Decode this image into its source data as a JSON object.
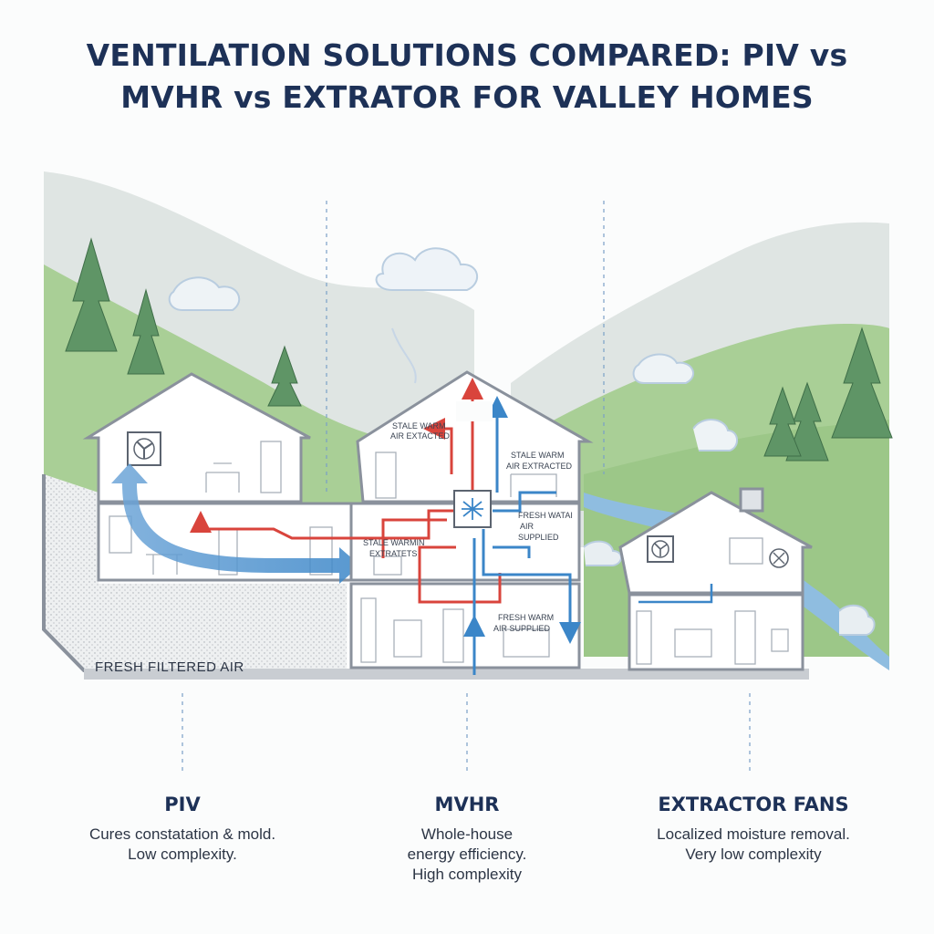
{
  "title": {
    "line1": "VENTILATION SOLUTIONS COMPARED: PIV vs",
    "line2": "MVHR vs EXTRATOR FOR VALLEY HOMES"
  },
  "diagram": {
    "fresh_filtered_air": "FRESH FILTERED AIR",
    "labels": {
      "stale_warm_extracted_attic_l1": "STALE WARM",
      "stale_warm_extracted_attic_l2": "AIR EXTACTED",
      "stale_warm_extracted_right_l1": "STALE WARM",
      "stale_warm_extracted_right_l2": "AIR EXTRACTED",
      "stale_warmin_l1": "STALE WARMIN",
      "stale_warmin_l2": "EXTRATETS",
      "fresh_warm_l1": "FRESH WATAI",
      "fresh_warm_l2": "AIR",
      "fresh_warm_l3": "SUPPLIED",
      "fresh_warm_supplied_l1": "FRESH WARM",
      "fresh_warm_supplied_l2": "AIR SUPPLIED"
    },
    "colors": {
      "warm_air": "#d9443c",
      "fresh_air": "#3b86c8",
      "outline": "#8a919c",
      "hill": "#8fbf7a"
    }
  },
  "columns": [
    {
      "heading": "PIV",
      "line1": "Cures constatation & mold.",
      "line2": "Low complexity.",
      "line3": ""
    },
    {
      "heading": "MVHR",
      "line1": "Whole-house",
      "line2": "energy efficiency.",
      "line3": "High complexity"
    },
    {
      "heading": "EXTRACTOR FANS",
      "line1": "Localized moisture removal.",
      "line2": "Very low complexity",
      "line3": ""
    }
  ]
}
